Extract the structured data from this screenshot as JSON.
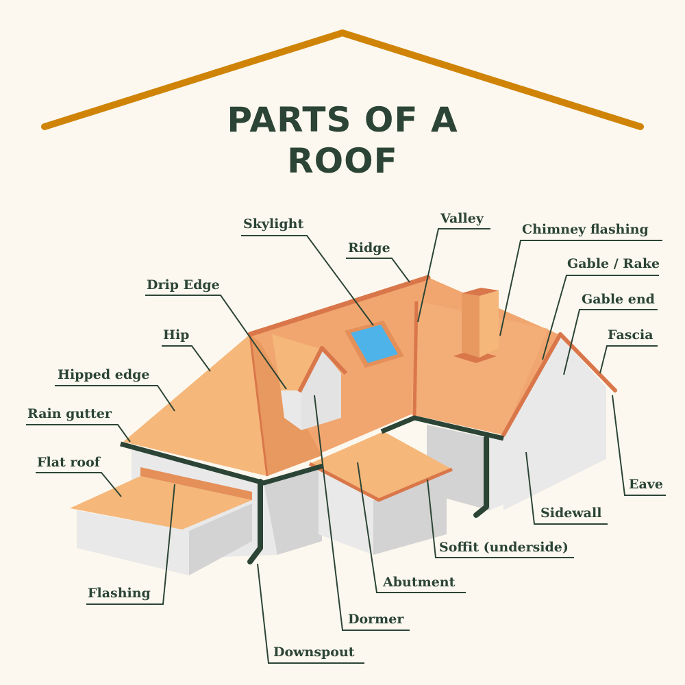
{
  "title": {
    "line1": "PARTS OF A",
    "line2": "ROOF"
  },
  "colors": {
    "background": "#fcf8ef",
    "roof_ridge_accent": "#cf8408",
    "text": "#2b4435",
    "leader": "#2b4435",
    "roof_light": "#f5b77a",
    "roof_dark": "#e58f59",
    "roof_edge": "#d9774a",
    "wall": "#e9e9e9",
    "wall_shadow": "#d3d3d3",
    "gutter": "#2b4435",
    "skylight": "#4eb3e8"
  },
  "labels": {
    "skylight": "Skylight",
    "valley": "Valley",
    "chimney_flashing": "Chimney flashing",
    "ridge": "Ridge",
    "gable_rake": "Gable / Rake",
    "drip_edge": "Drip Edge",
    "gable_end": "Gable end",
    "hip": "Hip",
    "fascia": "Fascia",
    "hipped_edge": "Hipped edge",
    "rain_gutter": "Rain gutter",
    "flat_roof": "Flat roof",
    "eave": "Eave",
    "sidewall": "Sidewall",
    "soffit": "Soffit (underside)",
    "abutment": "Abutment",
    "flashing": "Flashing",
    "dormer": "Dormer",
    "downspout": "Downspout"
  }
}
